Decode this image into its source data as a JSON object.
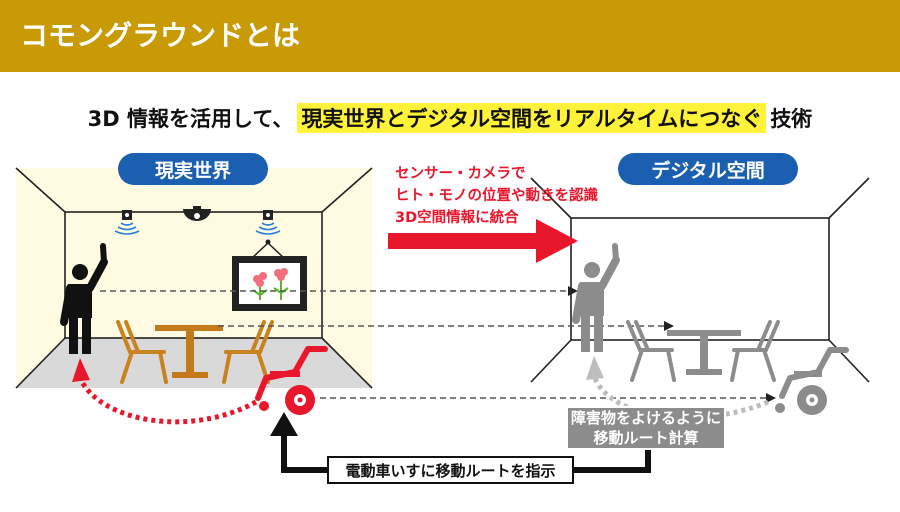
{
  "title": "コモングラウンドとは",
  "subtitle": {
    "before": "3D 情報を活用して、",
    "highlight": "現実世界とデジタル空間をリアルタイムにつなぐ",
    "after": "技術"
  },
  "real_world": {
    "label": "現実世界"
  },
  "digital_world": {
    "label": "デジタル空間"
  },
  "sensor_text": {
    "line1": "センサー・カメラで",
    "line2": "ヒト・モノの位置や動きを認識",
    "line3": "3D空間情報に統合"
  },
  "route_calc": {
    "line1": "障害物をよけるように",
    "line2": "移動ルート計算"
  },
  "instruction": "電動車いすに移動ルートを指示",
  "colors": {
    "title_bar": "#c89a06",
    "highlight": "#fff23a",
    "label_pill": "#1a5fb0",
    "red_accent": "#e8172b",
    "gray_digital": "#8c8c8c",
    "room_bg": "#fffbe3",
    "room_floor": "#d9d9d9",
    "chair_wood": "#c8821f",
    "table_wood": "#c37a1a",
    "flower": "#f26d7d",
    "leaf": "#5bb52b"
  },
  "icons": {
    "camera_left": "sensor-camera-icon",
    "camera_center": "dome-camera-icon",
    "camera_right": "sensor-camera-icon",
    "person": "person-waving-icon",
    "chair": "chair-icon",
    "table": "table-icon",
    "picture": "framed-flower-picture-icon",
    "wheelchair": "electric-wheelchair-icon"
  }
}
